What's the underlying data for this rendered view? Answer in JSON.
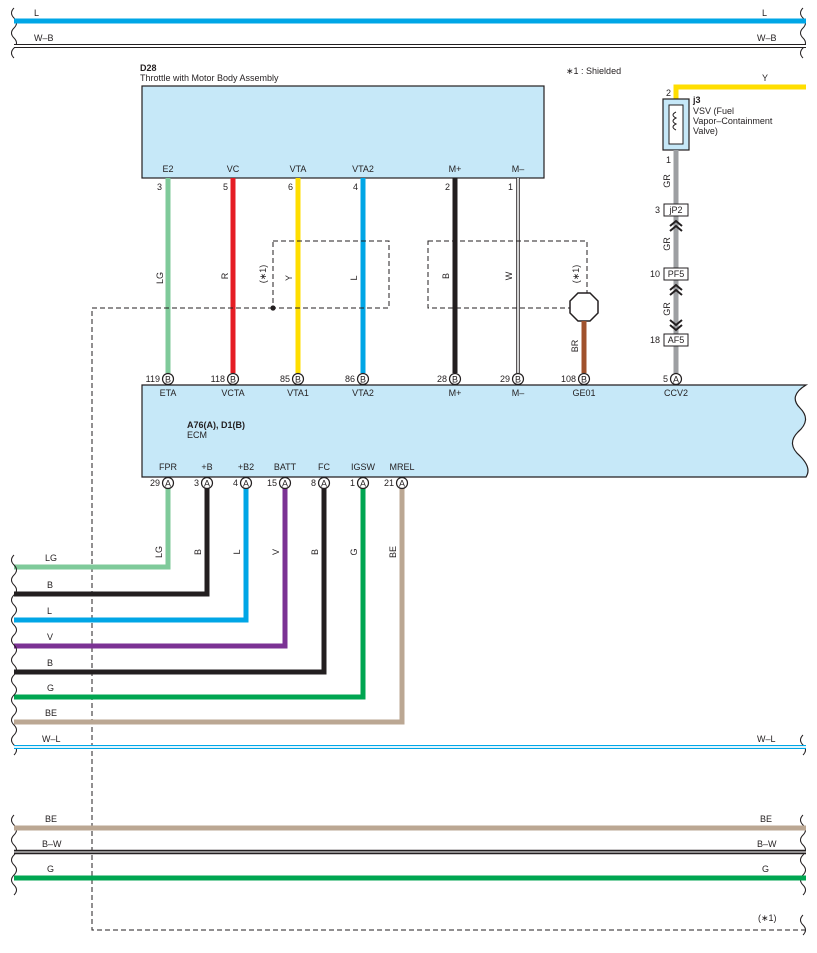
{
  "colors": {
    "L": "#00a6e6",
    "W-B": "#ffffff",
    "LG": "#7fca9a",
    "R": "#e51d24",
    "Y": "#ffde00",
    "B": "#231f20",
    "W": "#ffffff",
    "BR": "#a0522d",
    "GR": "#9d9fa2",
    "V": "#7b3294",
    "G": "#00a651",
    "BE": "#bba793",
    "W-L": "#ffffff",
    "B-W": "#231f20",
    "box": "#c6e8f8"
  },
  "top_wires": [
    {
      "label_left": "L",
      "label_right": "L",
      "color": "L"
    },
    {
      "label_left": "W–B",
      "label_right": "W–B",
      "color": "W-B"
    }
  ],
  "throttle": {
    "code": "D28",
    "name": "Throttle with Motor Body Assembly",
    "pins": [
      {
        "name": "E2",
        "num": "3",
        "wire": "LG",
        "color": "LG"
      },
      {
        "name": "VC",
        "num": "5",
        "wire": "R",
        "color": "R"
      },
      {
        "name": "VTA",
        "num": "6",
        "wire": "Y",
        "color": "Y"
      },
      {
        "name": "VTA2",
        "num": "4",
        "wire": "L",
        "color": "L"
      },
      {
        "name": "M+",
        "num": "2",
        "wire": "B",
        "color": "B"
      },
      {
        "name": "M–",
        "num": "1",
        "wire": "W",
        "color": "W"
      }
    ]
  },
  "shield_note": "∗1 : Shielded",
  "shield_mark": "(∗1)",
  "ground_wire": "BR",
  "vsv": {
    "code": "j3",
    "name_lines": [
      "VSV (Fuel",
      "Vapor–Containment",
      "Valve)"
    ],
    "pin_top": "2",
    "pin_bottom": "1",
    "wire_in": "Y"
  },
  "vsv_chain": [
    {
      "wire": "GR",
      "conn_num": "3",
      "conn": "jP2"
    },
    {
      "wire": "GR",
      "conn_num": "10",
      "conn": "PF5"
    },
    {
      "wire": "GR",
      "conn_num": "18",
      "conn": "AF5"
    }
  ],
  "ecm": {
    "code": "A76(A), D1(B)",
    "name": "ECM",
    "top_pins": [
      {
        "num": "119",
        "conn": "B",
        "name": "ETA"
      },
      {
        "num": "118",
        "conn": "B",
        "name": "VCTA"
      },
      {
        "num": "85",
        "conn": "B",
        "name": "VTA1"
      },
      {
        "num": "86",
        "conn": "B",
        "name": "VTA2"
      },
      {
        "num": "28",
        "conn": "B",
        "name": "M+"
      },
      {
        "num": "29",
        "conn": "B",
        "name": "M–"
      },
      {
        "num": "108",
        "conn": "B",
        "name": "GE01"
      },
      {
        "num": "5",
        "conn": "A",
        "name": "CCV2"
      }
    ],
    "bottom_pins": [
      {
        "num": "29",
        "conn": "A",
        "name": "FPR",
        "wire": "LG",
        "color": "LG"
      },
      {
        "num": "3",
        "conn": "A",
        "name": "+B",
        "wire": "B",
        "color": "B"
      },
      {
        "num": "4",
        "conn": "A",
        "name": "+B2",
        "wire": "L",
        "color": "L"
      },
      {
        "num": "15",
        "conn": "A",
        "name": "BATT",
        "wire": "V",
        "color": "V"
      },
      {
        "num": "8",
        "conn": "A",
        "name": "FC",
        "wire": "B",
        "color": "B"
      },
      {
        "num": "1",
        "conn": "A",
        "name": "IGSW",
        "wire": "G",
        "color": "G"
      },
      {
        "num": "21",
        "conn": "A",
        "name": "MREL",
        "wire": "BE",
        "color": "BE"
      }
    ]
  },
  "mid_wire": {
    "label_left": "W–L",
    "label_right": "W–L",
    "color": "W-L"
  },
  "bottom_wires": [
    {
      "label_left": "BE",
      "label_right": "BE",
      "color": "BE"
    },
    {
      "label_left": "B–W",
      "label_right": "B–W",
      "color": "B-W"
    },
    {
      "label_left": "G",
      "label_right": "G",
      "color": "G"
    }
  ]
}
